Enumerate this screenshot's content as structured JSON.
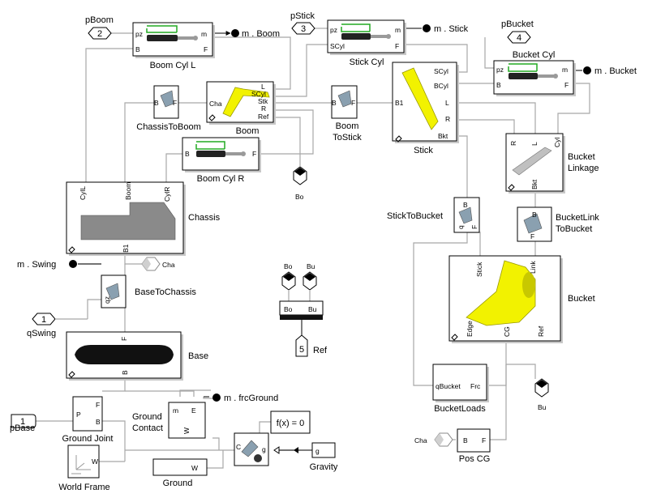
{
  "blocks": {
    "boom_cyl_l": "Boom Cyl L",
    "stick_cyl": "Stick Cyl",
    "bucket_cyl": "Bucket Cyl",
    "boom": "Boom",
    "stick": "Stick",
    "chassis_to_boom": "ChassisToBoom",
    "boom_to_stick_1": "Boom",
    "boom_to_stick_2": "ToStick",
    "boom_cyl_r": "Boom Cyl R",
    "chassis": "Chassis",
    "bucket_linkage_1": "Bucket",
    "bucket_linkage_2": "Linkage",
    "stick_to_bucket": "StickToBucket",
    "bucketlink_to_bucket_1": "BucketLink",
    "bucketlink_to_bucket_2": "ToBucket",
    "base_to_chassis": "BaseToChassis",
    "base": "Base",
    "bucket": "Bucket",
    "bucket_loads": "BucketLoads",
    "ground_joint": "Ground Joint",
    "ground_contact_1": "Ground",
    "ground_contact_2": "Contact",
    "ground": "Ground",
    "world_frame": "World Frame",
    "gravity": "Gravity",
    "pos_cg": "Pos CG",
    "solver": "f(x) = 0"
  },
  "ports": {
    "inports": [
      {
        "num": "2",
        "name": "pBoom"
      },
      {
        "num": "3",
        "name": "pStick"
      },
      {
        "num": "4",
        "name": "pBucket"
      },
      {
        "num": "1",
        "name": "qSwing"
      },
      {
        "num": "1",
        "name": "pBase"
      }
    ],
    "outport_ref": {
      "num": "5",
      "name": "Ref"
    },
    "measurements": [
      "m . Boom",
      "m . Stick",
      "m . Bucket",
      "m . Swing",
      "m . frcGround"
    ]
  },
  "tags": {
    "cha": "Cha",
    "bo": "Bo",
    "bu": "Bu"
  },
  "port_labels": {
    "pz": "pz",
    "m": "m",
    "B": "B",
    "F": "F",
    "L": "L",
    "SCyl": "SCyl",
    "Stk": "Stk",
    "R": "R",
    "Ref": "Ref",
    "Cha": "Cha",
    "BCyl": "BCyl",
    "Bkt": "Bkt",
    "B1": "B1",
    "CylL": "CylL",
    "Boom": "Boom",
    "CylR": "CylR",
    "Cyl": "Cyl",
    "Stick": "Stick",
    "Link": "Link",
    "Edge": "Edge",
    "CG": "CG",
    "qz": "qz",
    "q": "q",
    "qBucket": "qBucket",
    "Frc": "Frc",
    "P": "P",
    "W": "W",
    "E": "E",
    "C": "C",
    "g": "g",
    "Bo": "Bo",
    "Bu": "Bu"
  },
  "colors": {
    "sensor_green": "#22aa22",
    "part_yellow": "#f2f200",
    "wire_gray": "#a8a8a8"
  }
}
